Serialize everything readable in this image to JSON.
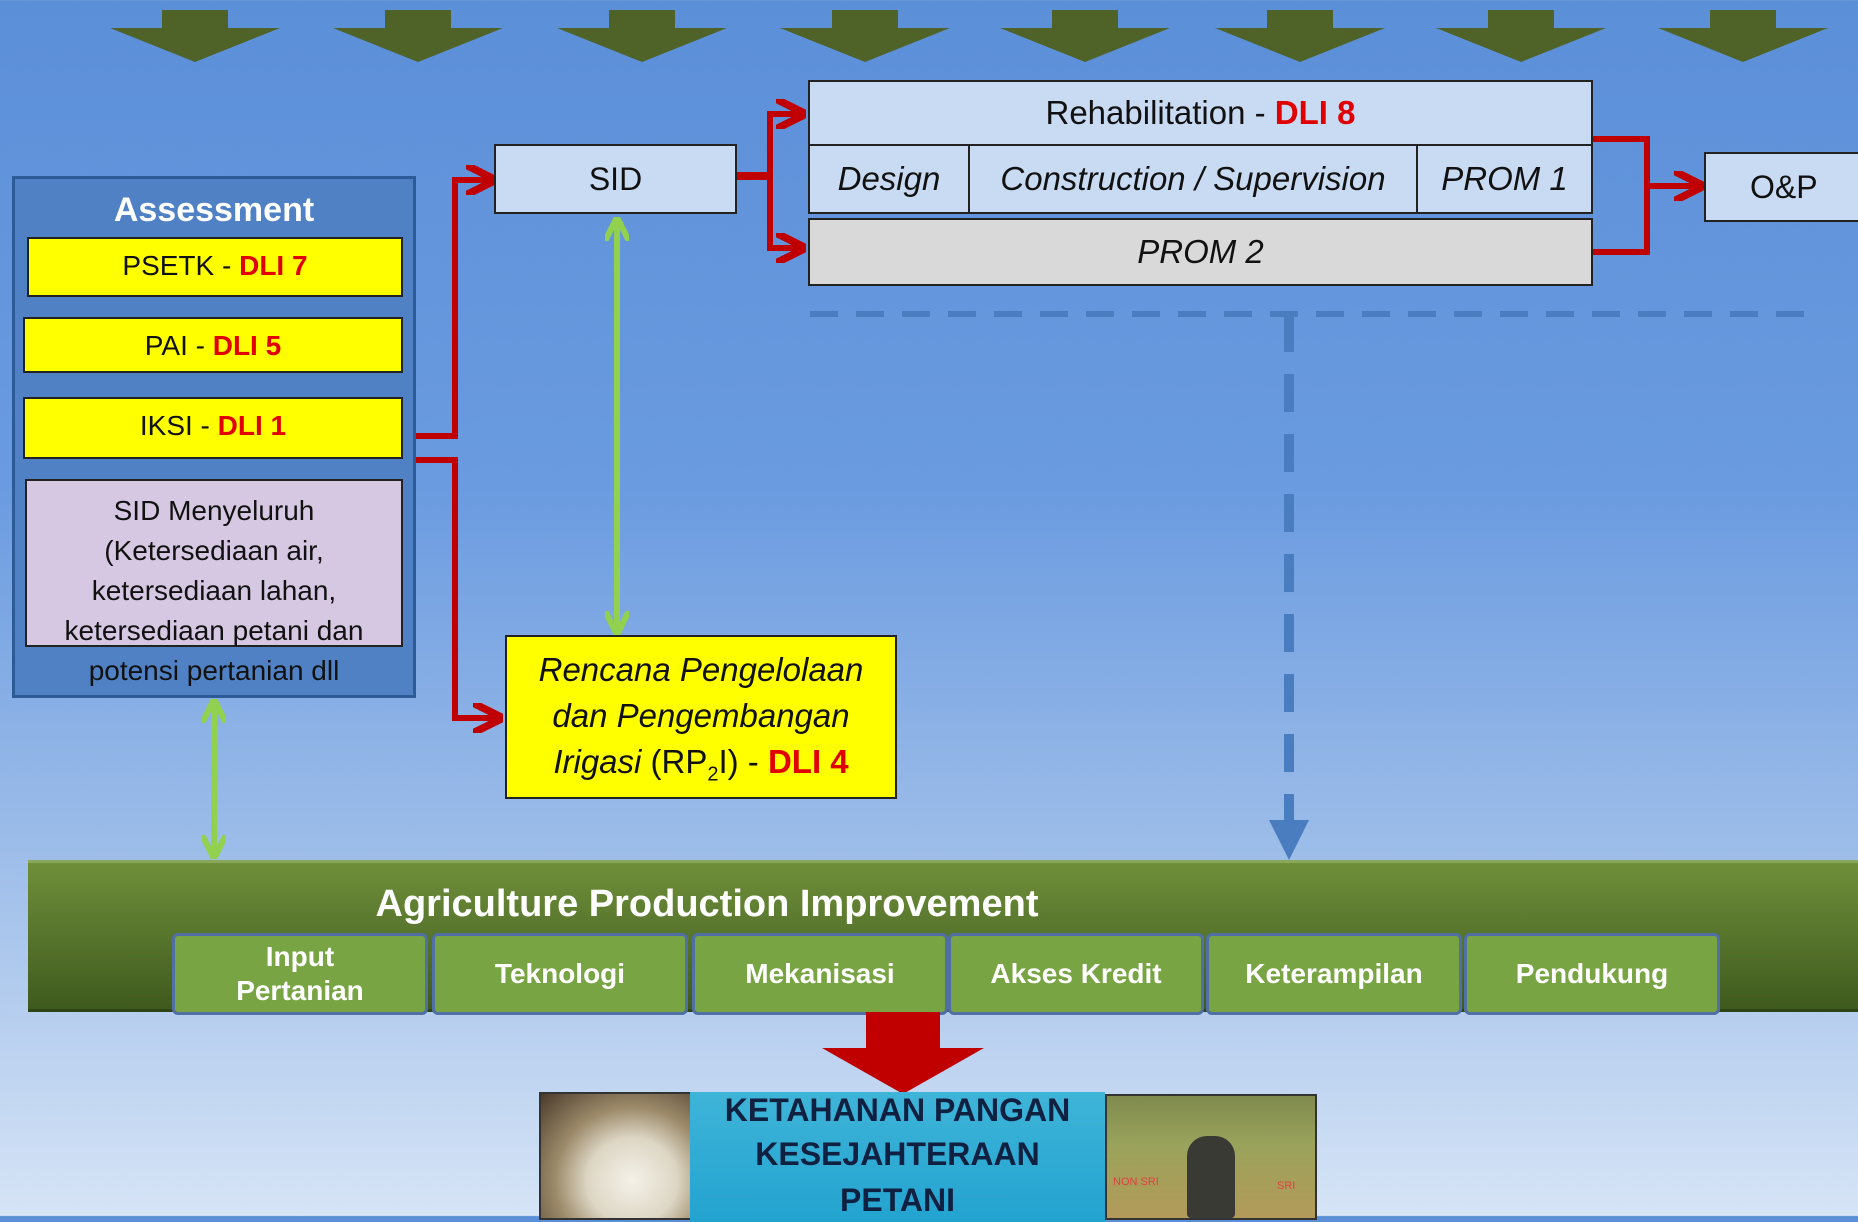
{
  "assessment": {
    "title": "Assessment",
    "items": [
      {
        "label": "PSETK - ",
        "dli": "DLI 7"
      },
      {
        "label": "PAI - ",
        "dli": "DLI 5"
      },
      {
        "label": "IKSI - ",
        "dli": "DLI 1"
      }
    ],
    "sid_menyeluruh_lines": [
      "SID Menyeluruh",
      "(Ketersediaan air,",
      "ketersediaan lahan,",
      "ketersediaan petani dan",
      "potensi pertanian dll"
    ]
  },
  "sid": {
    "label": "SID"
  },
  "rehabilitation": {
    "label": "Rehabilitation - ",
    "dli": "DLI 8",
    "phases": [
      "Design",
      "Construction / Supervision",
      "PROM 1"
    ],
    "prom2": "PROM 2"
  },
  "op": {
    "label": "O&P"
  },
  "rp2i": {
    "line1": "Rencana Pengelolaan",
    "line2": "dan Pengembangan",
    "line3_italic": "Irigasi",
    "line3_plain": " (RP",
    "line3_sub": "2",
    "line3_end": "I) - ",
    "dli": "DLI 4"
  },
  "agriculture": {
    "title": "Agriculture  Production Improvement",
    "items": [
      {
        "line1": "Input",
        "line2": "Pertanian"
      },
      {
        "line1": "Teknologi",
        "line2": ""
      },
      {
        "line1": "Mekanisasi",
        "line2": ""
      },
      {
        "line1": "Akses Kredit",
        "line2": ""
      },
      {
        "line1": "Keterampilan",
        "line2": ""
      },
      {
        "line1": "Pendukung",
        "line2": ""
      }
    ]
  },
  "outcome": {
    "lines": [
      "KETAHANAN PANGAN",
      "KESEJAHTERAAN",
      "PETANI"
    ],
    "photo_right_labels": [
      "NON SRI",
      "SRI"
    ]
  },
  "colors": {
    "flow_arrow": "#c00000",
    "link_arrow": "#92d050",
    "dashed_arrow": "#4a7cc0",
    "top_arrow": "#4f6228",
    "dli_text": "#e00000"
  }
}
